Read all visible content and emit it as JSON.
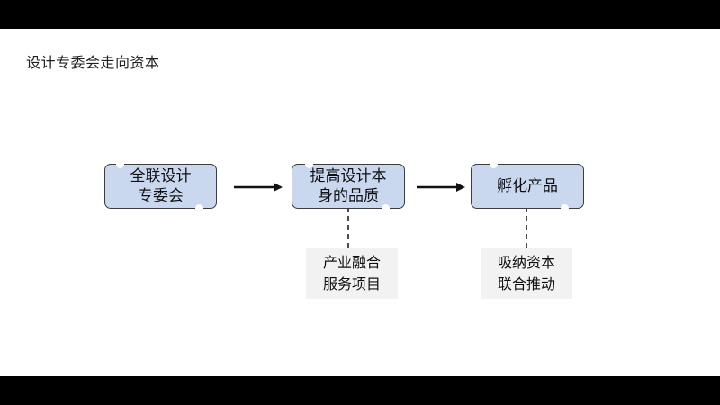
{
  "slide": {
    "title": "设计专委会走向资本"
  },
  "flow": {
    "step1": "全联设计\n专委会",
    "step2": "提高设计本\n身的品质",
    "step3": "孵化产品"
  },
  "notes": {
    "note1": "产业融合\n服务项目",
    "note2": "吸纳资本\n联合推动"
  },
  "colors": {
    "box_fill": "#c9d7ef",
    "box_border": "#3c3c3c",
    "note_fill": "#f2f2f2"
  }
}
